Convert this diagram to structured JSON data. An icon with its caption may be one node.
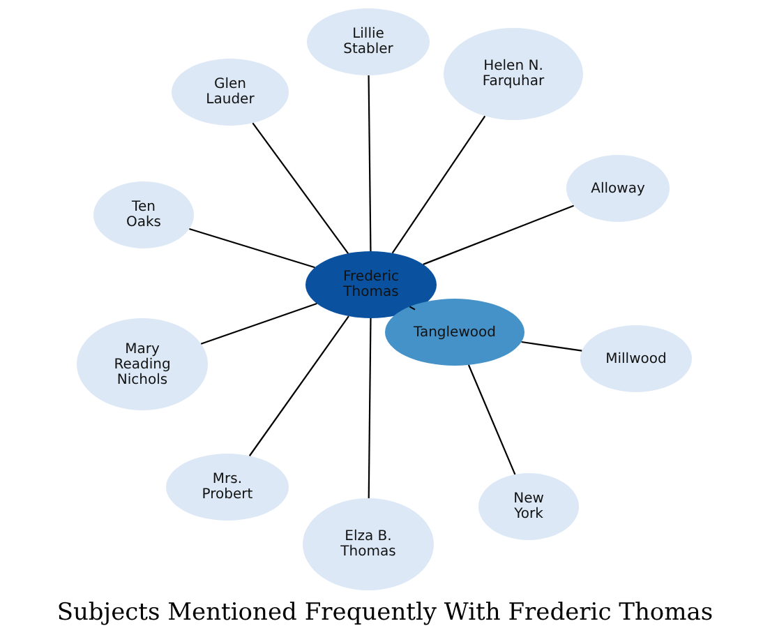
{
  "diagram": {
    "caption": "Subjects Mentioned Frequently With Frederic Thomas",
    "nodes": [
      {
        "text": [
          "Frederic Thomas"
        ]
      },
      {
        "text": [
          "Tanglewood"
        ]
      },
      {
        "text": [
          "Lillie Stabler"
        ]
      },
      {
        "text": [
          "Glen Lauder"
        ]
      },
      {
        "text": [
          "Helen N. Farquhar"
        ]
      },
      {
        "text": [
          "Alloway"
        ]
      },
      {
        "text": [
          "Ten Oaks"
        ]
      },
      {
        "text": [
          "Mary Reading Nichols"
        ]
      },
      {
        "text": [
          "Mrs. Probert"
        ]
      },
      {
        "text": [
          "Elza B. Thomas"
        ]
      },
      {
        "text": [
          "Millwood"
        ]
      },
      {
        "text": [
          "New York"
        ]
      }
    ],
    "edges": [
      {
        "from": 0,
        "to": 2,
        "arrow": "none"
      },
      {
        "from": 0,
        "to": 3,
        "arrow": "none"
      },
      {
        "from": 0,
        "to": 4,
        "arrow": "none"
      },
      {
        "from": 0,
        "to": 5,
        "arrow": "none"
      },
      {
        "from": 0,
        "to": 6,
        "arrow": "none"
      },
      {
        "from": 0,
        "to": 7,
        "arrow": "none"
      },
      {
        "from": 0,
        "to": 8,
        "arrow": "none"
      },
      {
        "from": 0,
        "to": 9,
        "arrow": "none"
      },
      {
        "from": 0,
        "to": 1,
        "arrow": "none"
      },
      {
        "from": 1,
        "to": 10,
        "arrow": "none"
      },
      {
        "from": 1,
        "to": 11,
        "arrow": "none"
      }
    ]
  }
}
